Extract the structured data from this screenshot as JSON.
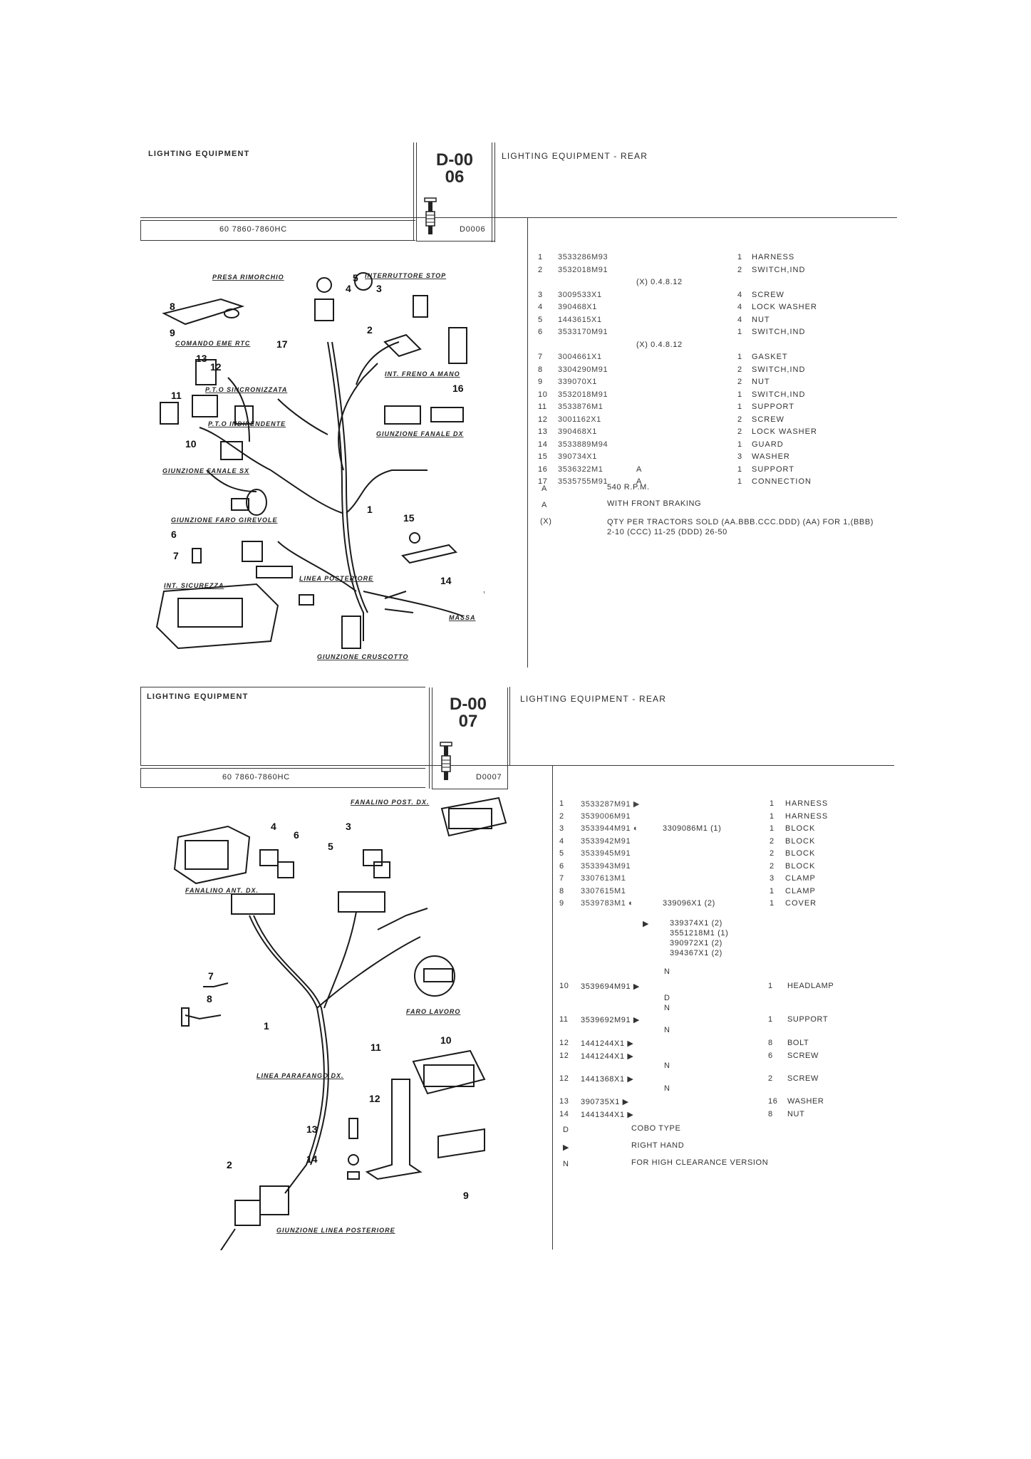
{
  "section1": {
    "left_title": "LIGHTING EQUIPMENT",
    "code_top": "D-00",
    "code_bottom": "06",
    "right_title": "LIGHTING EQUIPMENT - REAR",
    "model": "60 7860-7860HC",
    "ref": "D0006",
    "diagram_labels": [
      "PRESA RIMORCHIO",
      "INTERRUTTORE STOP",
      "COMANDO EME RTC",
      "P.T.O SINCRONIZZATA",
      "P.T.O INDIPENDENTE",
      "INT. FRENO A MANO",
      "GIUNZIONE FANALE DX",
      "GIUNZIONE FANALE SX",
      "GIUNZIONE FARO GIREVOLE",
      "INT. SICUREZZA",
      "LINEA POSTERIORE",
      "MASSA",
      "GIUNZIONE CRUSCOTTO"
    ],
    "callouts": [
      "1",
      "2",
      "3",
      "4",
      "5",
      "6",
      "7",
      "8",
      "9",
      "10",
      "11",
      "12",
      "13",
      "14",
      "15",
      "16",
      "17"
    ],
    "rows": [
      {
        "ref": "1",
        "part": "3533286M93",
        "note": "",
        "qty": "1",
        "desc": "HARNESS"
      },
      {
        "ref": "2",
        "part": "3532018M91",
        "note": "",
        "qty": "2",
        "desc": "SWITCH,IND"
      },
      {
        "ref": "",
        "part": "",
        "note": "(X) 0.4.8.12",
        "qty": "",
        "desc": ""
      },
      {
        "ref": "3",
        "part": "3009533X1",
        "note": "",
        "qty": "4",
        "desc": "SCREW"
      },
      {
        "ref": "4",
        "part": "390468X1",
        "note": "",
        "qty": "4",
        "desc": "LOCK WASHER"
      },
      {
        "ref": "5",
        "part": "1443615X1",
        "note": "",
        "qty": "4",
        "desc": "NUT"
      },
      {
        "ref": "6",
        "part": "3533170M91",
        "note": "",
        "qty": "1",
        "desc": "SWITCH,IND"
      },
      {
        "ref": "",
        "part": "",
        "note": "(X) 0.4.8.12",
        "qty": "",
        "desc": ""
      },
      {
        "ref": "7",
        "part": "3004661X1",
        "note": "",
        "qty": "1",
        "desc": "GASKET"
      },
      {
        "ref": "8",
        "part": "3304290M91",
        "note": "",
        "qty": "2",
        "desc": "SWITCH,IND"
      },
      {
        "ref": "9",
        "part": "339070X1",
        "note": "",
        "qty": "2",
        "desc": "NUT"
      },
      {
        "ref": "10",
        "part": "3532018M91",
        "note": "",
        "qty": "1",
        "desc": "SWITCH,IND"
      },
      {
        "ref": "11",
        "part": "3533876M1",
        "note": "",
        "qty": "1",
        "desc": "SUPPORT"
      },
      {
        "ref": "12",
        "part": "3001162X1",
        "note": "",
        "qty": "2",
        "desc": "SCREW"
      },
      {
        "ref": "13",
        "part": "390468X1",
        "note": "",
        "qty": "2",
        "desc": "LOCK WASHER"
      },
      {
        "ref": "14",
        "part": "3533889M94",
        "note": "",
        "qty": "1",
        "desc": "GUARD"
      },
      {
        "ref": "15",
        "part": "390734X1",
        "note": "",
        "qty": "3",
        "desc": "WASHER"
      },
      {
        "ref": "16",
        "part": "3536322M1",
        "note": "A",
        "qty": "1",
        "desc": "SUPPORT"
      },
      {
        "ref": "17",
        "part": "3535755M91",
        "note": "A",
        "qty": "1",
        "desc": "CONNECTION"
      }
    ],
    "footnotes": [
      {
        "key": "A",
        "text": "540 R.P.M."
      },
      {
        "key": "A",
        "text": "WITH FRONT BRAKING"
      },
      {
        "key": "(X)",
        "text": "QTY PER TRACTORS SOLD  (AA.BBB.CCC.DDD) (AA) FOR 1,(BBB) 2-10 (CCC) 11-25 (DDD) 26-50"
      }
    ]
  },
  "section2": {
    "left_title": "LIGHTING EQUIPMENT",
    "code_top": "D-00",
    "code_bottom": "07",
    "right_title": "LIGHTING EQUIPMENT - REAR",
    "model": "60 7860-7860HC",
    "ref": "D0007",
    "diagram_labels": [
      "FANALINO POST. DX.",
      "FANALINO ANT. DX.",
      "FARO LAVORO",
      "LINEA PARAFANGO DX.",
      "GIUNZIONE LINEA POSTERIORE"
    ],
    "callouts": [
      "1",
      "2",
      "3",
      "4",
      "5",
      "6",
      "7",
      "8",
      "9",
      "10",
      "11",
      "12",
      "13",
      "14"
    ],
    "rows": [
      {
        "ref": "1",
        "part": "3533287M91 ▶",
        "note": "",
        "qty": "1",
        "desc": "HARNESS"
      },
      {
        "ref": "2",
        "part": "3539006M91",
        "note": "",
        "qty": "1",
        "desc": "HARNESS"
      },
      {
        "ref": "3",
        "part": "3533944M91 ◐",
        "note": "3309086M1  (1)",
        "qty": "1",
        "desc": "BLOCK"
      },
      {
        "ref": "4",
        "part": "3533942M91",
        "note": "",
        "qty": "2",
        "desc": "BLOCK"
      },
      {
        "ref": "5",
        "part": "3533945M91",
        "note": "",
        "qty": "2",
        "desc": "BLOCK"
      },
      {
        "ref": "6",
        "part": "3533943M91",
        "note": "",
        "qty": "2",
        "desc": "BLOCK"
      },
      {
        "ref": "7",
        "part": "3307613M1",
        "note": "",
        "qty": "3",
        "desc": "CLAMP"
      },
      {
        "ref": "8",
        "part": "3307615M1",
        "note": "",
        "qty": "1",
        "desc": "CLAMP"
      },
      {
        "ref": "9",
        "part": "3539783M1  ◐",
        "note": "339096X1  (2)",
        "qty": "1",
        "desc": "COVER"
      }
    ],
    "row9_extra": [
      "339374X1  (2)",
      "3551218M1  (1)",
      "390972X1  (2)",
      "394367X1  (2)"
    ],
    "row9_arrow": "▶",
    "rows_lower": [
      {
        "ref": "10",
        "part": "3539694M91 ▶",
        "qty": "1",
        "desc": "HEADLAMP",
        "marks": "D\nN",
        "pre": "N"
      },
      {
        "ref": "11",
        "part": "3539692M91 ▶",
        "qty": "1",
        "desc": "SUPPORT",
        "marks": "",
        "pre": ""
      },
      {
        "ref": "12",
        "part": "1441244X1   ▶",
        "qty": "8",
        "desc": "BOLT",
        "marks": "",
        "pre": "N"
      },
      {
        "ref": "12",
        "part": "1441244X1   ▶",
        "qty": "6",
        "desc": "SCREW",
        "marks": "",
        "pre": ""
      },
      {
        "ref": "12",
        "part": "1441368X1   ▶",
        "qty": "2",
        "desc": "SCREW",
        "marks": "",
        "pre": "N"
      },
      {
        "ref": "13",
        "part": "390735X1    ▶",
        "qty": "16",
        "desc": "WASHER",
        "marks": "",
        "pre": "N"
      },
      {
        "ref": "14",
        "part": "1441344X1   ▶",
        "qty": "8",
        "desc": "NUT",
        "marks": "",
        "pre": ""
      }
    ],
    "footnotes": [
      {
        "key": "D",
        "text": "COBO TYPE"
      },
      {
        "key": "▶",
        "text": "RIGHT HAND"
      },
      {
        "key": "N",
        "text": "FOR HIGH CLEARANCE VERSION"
      }
    ]
  }
}
